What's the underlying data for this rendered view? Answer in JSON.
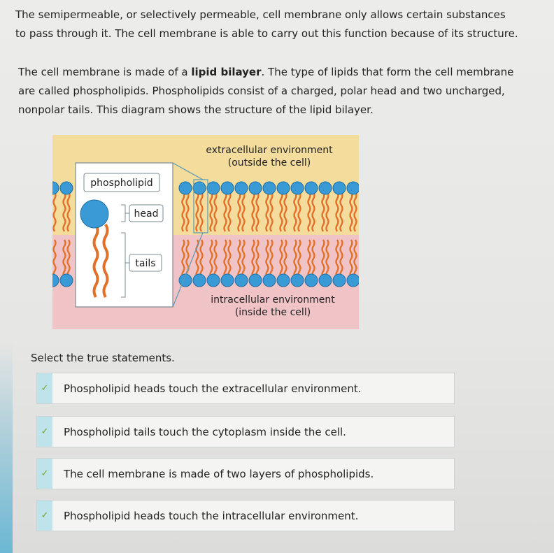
{
  "intro": {
    "paragraph1": "The semipermeable, or selectively permeable, cell membrane only allows certain substances to pass through it. The cell membrane is able to carry out this function because of its structure.",
    "paragraph2_before": "The cell membrane is made of a ",
    "paragraph2_bold": "lipid bilayer",
    "paragraph2_after": ". The type of lipids that form the cell membrane are called phospholipids. Phospholipids consist of a charged, polar head and two uncharged, nonpolar tails. This diagram shows the structure of the lipid bilayer."
  },
  "diagram": {
    "extracellular_line1": "extracellular environment",
    "extracellular_line2": "(outside the cell)",
    "intracellular_line1": "intracellular environment",
    "intracellular_line2": "(inside the cell)",
    "phospholipid_label": "phospholipid",
    "head_label": "head",
    "tails_label": "tails",
    "colors": {
      "extracellular": "#f3dc9c",
      "intracellular": "#f0c4c6",
      "head": "#3a9ad6",
      "tail": "#e0702a"
    }
  },
  "question": {
    "prompt": "Select the true statements.",
    "options": [
      {
        "label": "Phospholipid heads touch the extracellular environment.",
        "icon": "check-icon"
      },
      {
        "label": "Phospholipid tails touch the cytoplasm inside the cell.",
        "icon": "check-icon"
      },
      {
        "label": "The cell membrane is made of two layers of phospholipids.",
        "icon": "check-icon"
      },
      {
        "label": "Phospholipid heads touch the intracellular environment.",
        "icon": "check-icon"
      }
    ]
  }
}
